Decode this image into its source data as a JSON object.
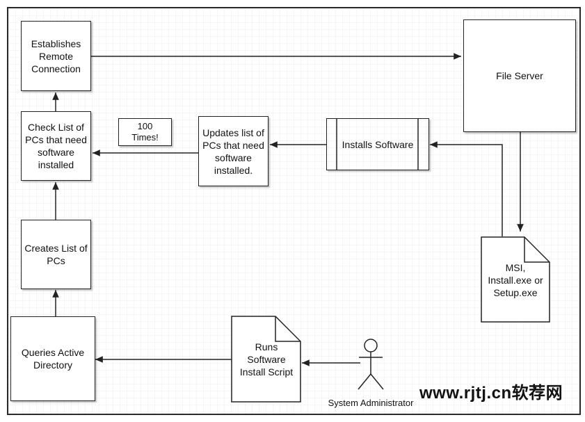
{
  "nodes": {
    "establishes_remote_connection": "Establishes\nRemote\nConnection",
    "file_server": "File Server",
    "check_list": "Check List of\nPCs that need\nsoftware\ninstalled",
    "hundred_times": "100\nTimes!",
    "updates_list": "Updates list of\nPCs that need\nsoftware\ninstalled.",
    "installs_software": "Installs Software",
    "creates_list": "Creates List of\nPCs",
    "msi_doc": "MSI,\nInstall.exe or\nSetup.exe",
    "queries_ad": "Queries Active\nDirectory",
    "runs_script": "Runs\nSoftware\nInstall Script",
    "system_administrator": "System Administrator"
  },
  "watermark": "www.rjtj.cn软荐网"
}
